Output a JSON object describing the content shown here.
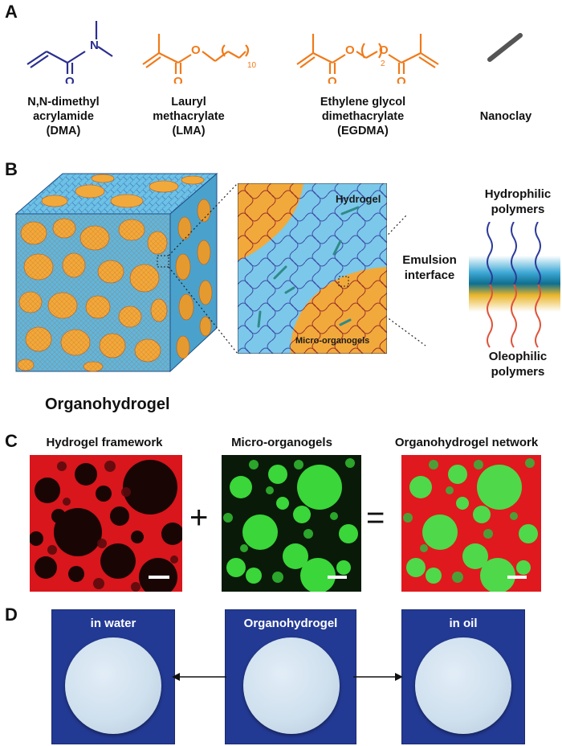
{
  "panels": {
    "a": "A",
    "b": "B",
    "c": "C",
    "d": "D"
  },
  "colors": {
    "dma": "#2a2f8f",
    "orange": "#f07a1a",
    "hydrogel": "#7cc8ea",
    "organogel": "#f2a93b",
    "hydrophilic": "#2c3a9a",
    "oleophilic": "#e0523a",
    "plate": "#233a94"
  },
  "molecules": [
    {
      "name": "N,N-dimethyl\nacrylamide\n(DMA)",
      "atoms": {
        "n": "N",
        "o": "O"
      }
    },
    {
      "name": "Lauryl\nmethacrylate\n(LMA)",
      "atoms": {
        "o1": "O",
        "o2": "O",
        "sub": "10"
      }
    },
    {
      "name": "Ethylene glycol\ndimethacrylate\n(EGDMA)",
      "atoms": {
        "o1": "O",
        "o2": "O",
        "o3": "O",
        "o4": "O",
        "sub": "2"
      }
    },
    {
      "name": "Nanoclay"
    }
  ],
  "panel_b": {
    "cube_label": "Organohydrogel",
    "zoom_hydrogel": "Hydrogel",
    "zoom_organogel": "Micro-organogels",
    "interface_label": "Emulsion\ninterface",
    "top_label": "Hydrophilic\npolymers",
    "bottom_label": "Oleophilic\npolymers"
  },
  "panel_c": {
    "titles": [
      "Hydrogel framework",
      "Micro-organogels",
      "Organohydrogel network"
    ],
    "plus": "+",
    "equals": "="
  },
  "panel_d": {
    "labels": [
      "in water",
      "Organohydrogel",
      "in oil"
    ]
  }
}
